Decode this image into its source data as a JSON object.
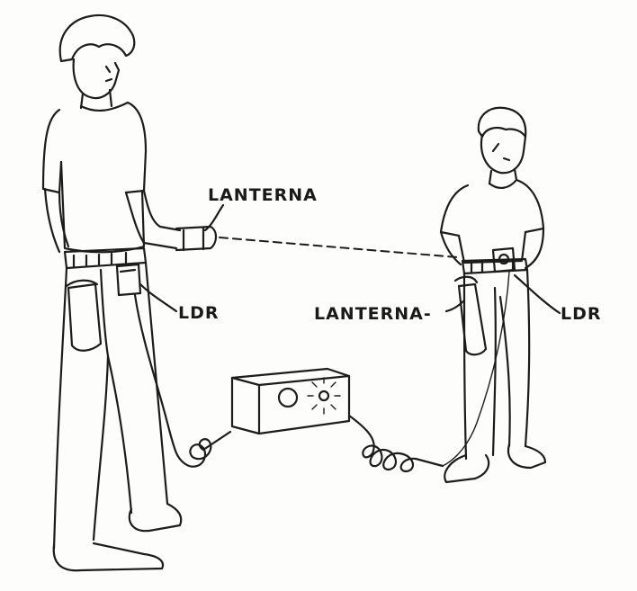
{
  "labels": {
    "left_flashlight": "LANTERNA",
    "left_ldr": "LDR",
    "right_flashlight": "LANTERNA-",
    "right_ldr": "LDR"
  }
}
